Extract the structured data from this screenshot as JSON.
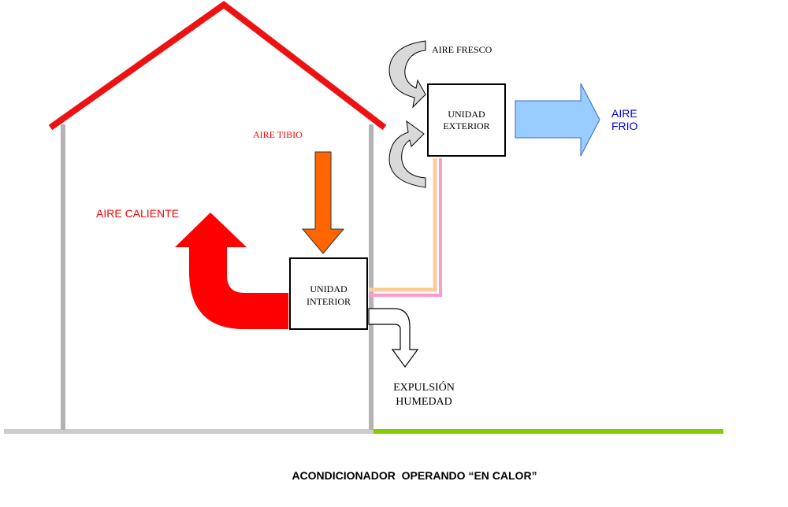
{
  "labels": {
    "aire_fresco": "AIRE FRESCO",
    "unidad_exterior_1": "UNIDAD",
    "unidad_exterior_2": "EXTERIOR",
    "aire_frio_1": "AIRE",
    "aire_frio_2": "FRIO",
    "aire_tibio": "AIRE TIBIO",
    "aire_caliente": "AIRE CALIENTE",
    "unidad_interior_1": "UNIDAD",
    "unidad_interior_2": "INTERIOR",
    "expulsion_1": "EXPULSIÓN",
    "expulsion_2": "HUMEDAD",
    "caption": "ACONDICIONADOR  OPERANDO “EN CALOR”"
  },
  "colors": {
    "roof": "#ee1111",
    "walls": "#b3b3b3",
    "ground_inside": "#cccccc",
    "ground_outside": "#88cc00",
    "hot_air": "#ff0000",
    "warm_air": "#ff6600",
    "cold_air": "#99ccff",
    "fresh_air": "#d9d9d9",
    "pipe_orange": "#ffcc99",
    "pipe_pink": "#ff99cc",
    "red_text": "#ff0000",
    "blue_text": "#0000cc"
  }
}
